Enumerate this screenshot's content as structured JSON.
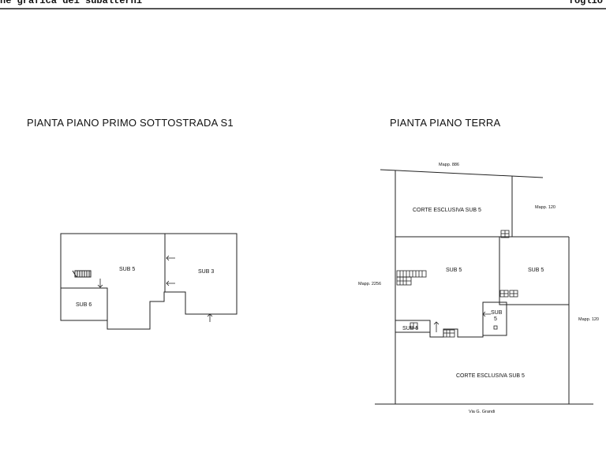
{
  "header": {
    "left_text": "ne grafica dei subalterni",
    "right_text": "foglio"
  },
  "plan_s1": {
    "title": "PIANTA PIANO  PRIMO  SOTTOSTRADA S1",
    "labels": {
      "sub5": "SUB 5",
      "sub3": "SUB 3",
      "sub6": "SUB 6"
    }
  },
  "plan_pt": {
    "title": "PIANTA  PIANO  TERRA",
    "labels": {
      "mapp886": "Mapp. 886",
      "corte_top": "CORTE ESCLUSIVA SUB 5",
      "mapp120_top": "Mapp. 120",
      "sub5_left": "SUB 5",
      "sub5_right": "SUB 5",
      "mapp2256": "Mapp. 2256",
      "sub5_small": "SUB 5",
      "sub5_box_a": "SUB",
      "sub5_box_b": "5",
      "mapp120_right": "Mapp. 120",
      "corte_bottom": "CORTE ESCLUSIVA SUB 5",
      "via": "Via G. Grandi"
    }
  }
}
